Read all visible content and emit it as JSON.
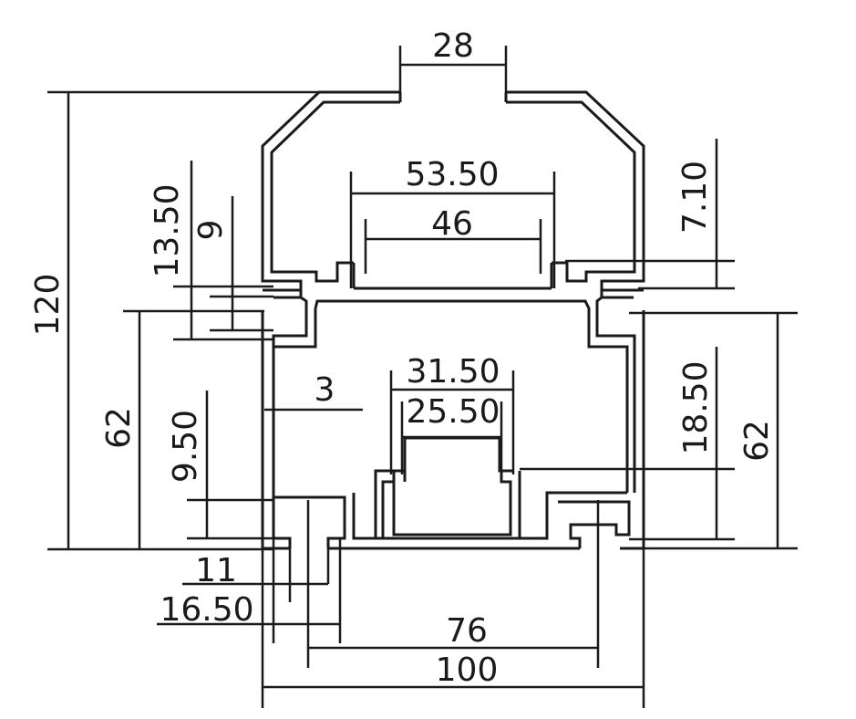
{
  "dimensions": {
    "top_opening": "28",
    "upper_outer_width": "53.50",
    "upper_inner_width": "46",
    "total_height": "120",
    "left_step_upper": "13.50",
    "left_step_lower": "9",
    "right_step_upper": "7.10",
    "wall_thickness": "3",
    "center_outer_width": "31.50",
    "center_inner_width": "25.50",
    "left_section_height": "62",
    "right_section_height": "62",
    "right_inner_height": "18.50",
    "left_foot_height": "9.50",
    "foot_width_inner": "11",
    "foot_width_outer": "16.50",
    "bottom_span": "76",
    "total_width": "100"
  }
}
